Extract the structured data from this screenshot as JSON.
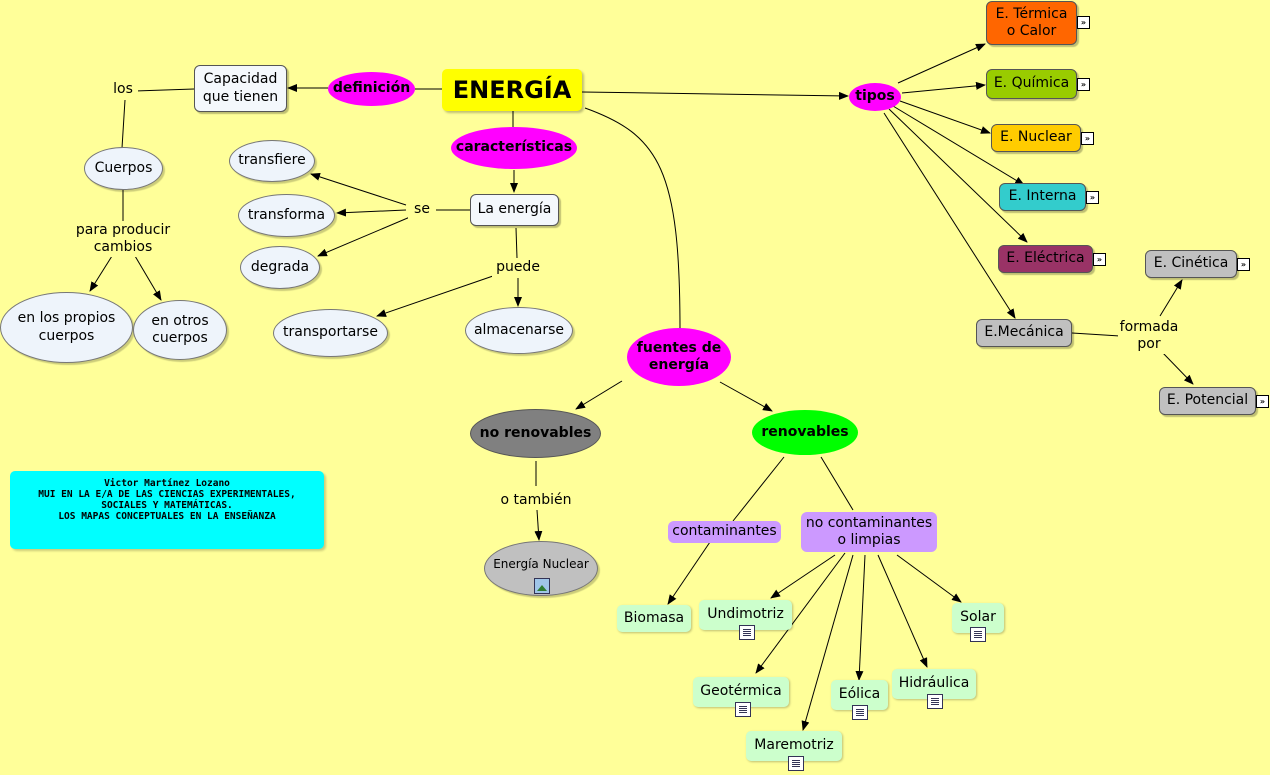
{
  "concept_map": {
    "root": "ENERGÍA",
    "definition_link": "definición",
    "definition_node": "Capacidad\nque tienen",
    "los": "los",
    "cuerpos": "Cuerpos",
    "para_producir": "para producir\ncambios",
    "en_propios": "en los propios\ncuerpos",
    "en_otros": "en otros\ncuerpos",
    "caracteristicas_link": "características",
    "la_energia": "La energía",
    "se": "se",
    "transfiere": "transfiere",
    "transforma": "transforma",
    "degrada": "degrada",
    "puede": "puede",
    "transportarse": "transportarse",
    "almacenarse": "almacenarse",
    "tipos_link": "tipos",
    "types": {
      "termica": "E. Térmica\no Calor",
      "quimica": "E. Química",
      "nuclear": "E. Nuclear",
      "interna": "E. Interna",
      "electrica": "E. Eléctrica",
      "mecanica": "E.Mecánica",
      "formada_por": "formada\npor",
      "cinetica": "E. Cinética",
      "potencial": "E. Potencial"
    },
    "fuentes_link": "fuentes de\nenergía",
    "no_renovables": "no renovables",
    "o_tambien": "o también",
    "energia_nuclear": "Energía Nuclear",
    "renovables": "renovables",
    "contaminantes": "contaminantes",
    "no_contaminantes": "no contaminantes\no limpias",
    "sources": {
      "biomasa": "Biomasa",
      "undimotriz": "Undimotriz",
      "geotermica": "Geotérmica",
      "maremotriz": "Maremotriz",
      "eolica": "Eólica",
      "hidraulica": "Hidráulica",
      "solar": "Solar"
    }
  },
  "credit": {
    "line1": "Victor Martínez Lozano",
    "line2": "MUI EN LA E/A DE LAS CIENCIAS EXPERIMENTALES,\nSOCIALES Y MATEMÁTICAS.\nLOS MAPAS CONCEPTUALES EN LA ENSEÑANZA"
  },
  "colors": {
    "background": "#ffff99",
    "link_magenta": "#ff00ff",
    "root_yellow": "#ffff00",
    "termica": "#ff6600",
    "quimica": "#99cc00",
    "nuclear": "#ffcc00",
    "interna": "#33cccc",
    "electrica": "#993366",
    "mecanica": "#c0c0c0",
    "no_renovables": "#808080",
    "renovables": "#00ff00",
    "credit": "#00ffff"
  }
}
